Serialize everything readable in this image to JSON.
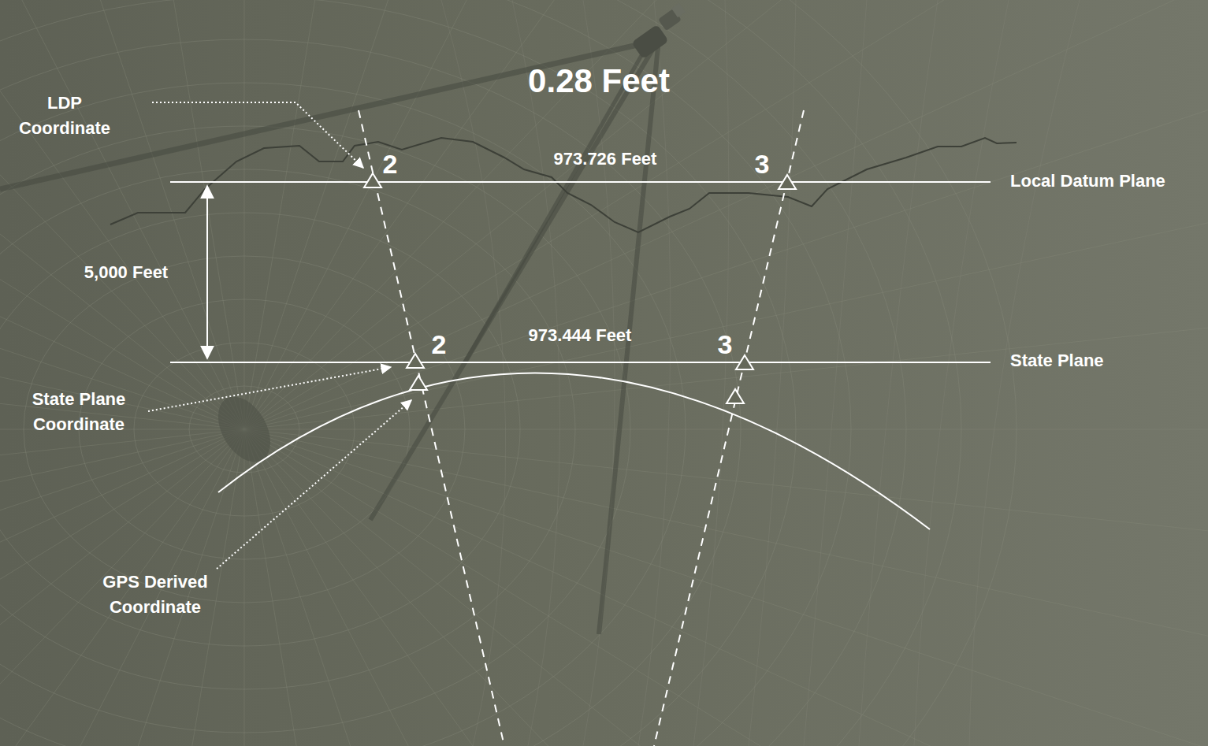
{
  "diagram": {
    "labels": [
      "0.28 Feet",
      "LDP Coordinate",
      "2",
      "973.726 Feet",
      "3",
      "Local Datum Plane",
      "5,000 Feet",
      "2",
      "973.444 Feet",
      "3",
      "State Plane",
      "State Plane Coordinate",
      "GPS Derived Coordinate"
    ]
  }
}
